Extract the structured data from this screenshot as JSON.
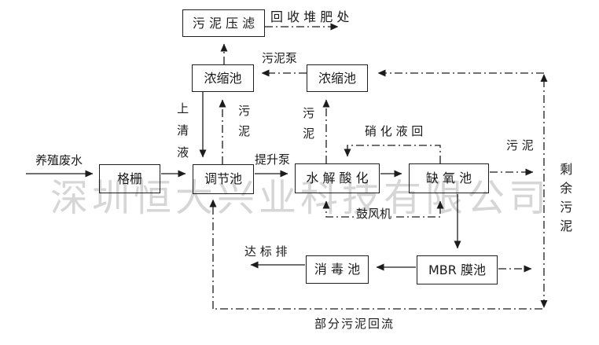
{
  "watermark": {
    "text": "深圳恒大兴业科技有限公司"
  },
  "boxes": [
    {
      "id": "sludge-press",
      "label": "污 泥 压 滤"
    },
    {
      "id": "thickener-1",
      "label": "浓缩池"
    },
    {
      "id": "thickener-2",
      "label": "浓缩池"
    },
    {
      "id": "screen",
      "label": "格栅"
    },
    {
      "id": "regulating-tank",
      "label": "调节池"
    },
    {
      "id": "hydrolysis-tank",
      "label": "水 解 酸 化"
    },
    {
      "id": "anoxic-tank",
      "label": "缺 氧 池"
    },
    {
      "id": "disinfection-tank",
      "label": "消 毒 池"
    },
    {
      "id": "mbr-tank",
      "label": "MBR 膜池"
    }
  ],
  "labels": [
    {
      "id": "compost-destination",
      "text": "回 收 堆 肥 处"
    },
    {
      "id": "sludge-pump",
      "text": "污泥泵"
    },
    {
      "id": "supernatant",
      "text": "上清液"
    },
    {
      "id": "sludge-to-thickener1",
      "text": "污泥"
    },
    {
      "id": "sludge-to-thickener2",
      "text": "污泥"
    },
    {
      "id": "influent",
      "text": "养殖废水"
    },
    {
      "id": "lift-pump",
      "text": "提升泵"
    },
    {
      "id": "nitrification-return",
      "text": "硝 化 液 回"
    },
    {
      "id": "excess-sludge-line",
      "text": "污 泥"
    },
    {
      "id": "excess-sludge",
      "text": "剩余污泥"
    },
    {
      "id": "blower",
      "text": "鼓风机"
    },
    {
      "id": "discharge",
      "text": "达 标 排"
    },
    {
      "id": "partial-sludge-return",
      "text": "部分污泥回流"
    }
  ],
  "line_style": {
    "stroke_color": "#1c1c1c",
    "background": "#ffffff"
  }
}
